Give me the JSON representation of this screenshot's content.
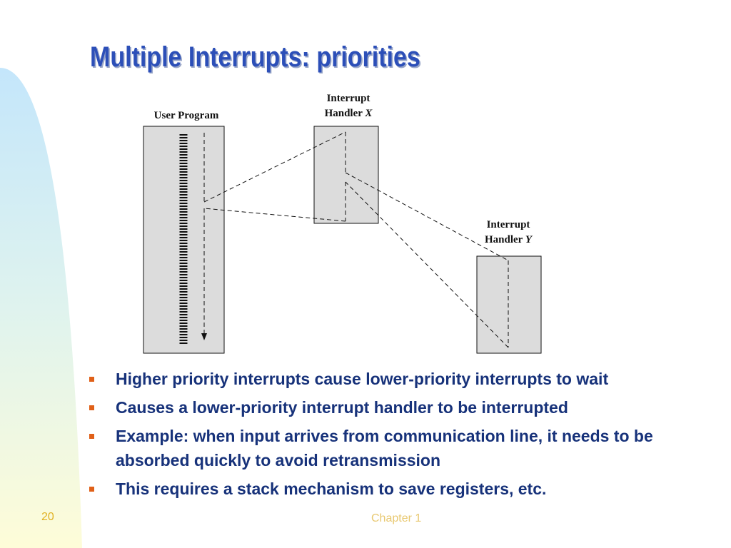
{
  "slide": {
    "title": "Multiple Interrupts: priorities",
    "page_number": "20",
    "footer": "Chapter 1"
  },
  "diagram": {
    "user_program_label": "User Program",
    "handler_x_line1": "Interrupt",
    "handler_x_line2": "Handler ",
    "handler_x_letter": "X",
    "handler_y_line1": "Interrupt",
    "handler_y_line2": "Handler ",
    "handler_y_letter": "Y"
  },
  "bullets": [
    "Higher priority interrupts cause lower-priority interrupts to wait",
    "Causes a lower-priority interrupt handler to be interrupted",
    "Example: when input arrives from communication line, it needs to be absorbed quickly to avoid retransmission",
    "This requires a stack mechanism to save registers, etc."
  ],
  "colors": {
    "title": "#2c4fb8",
    "bullet_text": "#17327a",
    "bullet_marker": "#e06018",
    "box_fill": "#dcdcdc"
  }
}
